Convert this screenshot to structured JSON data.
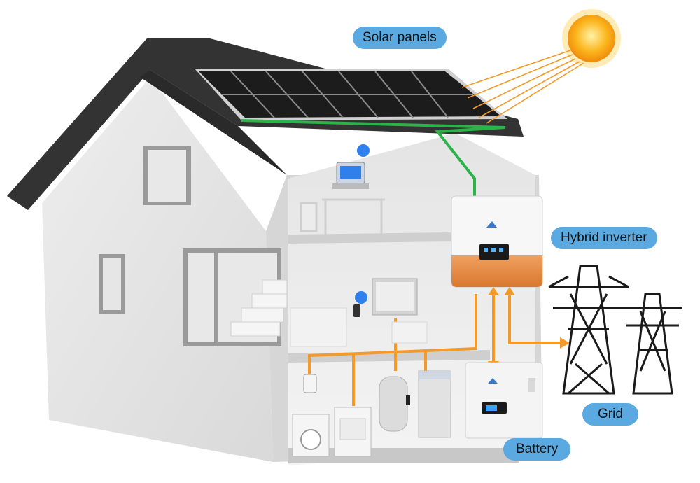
{
  "labels": {
    "solar_panels": "Solar panels",
    "hybrid_inverter": "Hybrid inverter",
    "grid": "Grid",
    "battery": "Battery"
  },
  "colors": {
    "label_background": "#5aa9e0",
    "dc_line": "#2bb34a",
    "ac_line": "#f39a2b",
    "roof": "#333333",
    "wall": "#e6e6e6",
    "sun": "#fbb51c"
  },
  "icons": [
    "sun-icon",
    "solar-panel-icon",
    "inverter-icon",
    "battery-icon",
    "transmission-tower-icon",
    "globe-icon",
    "laptop-icon",
    "phone-icon",
    "tv-icon",
    "washing-machine-icon",
    "water-heater-icon"
  ]
}
